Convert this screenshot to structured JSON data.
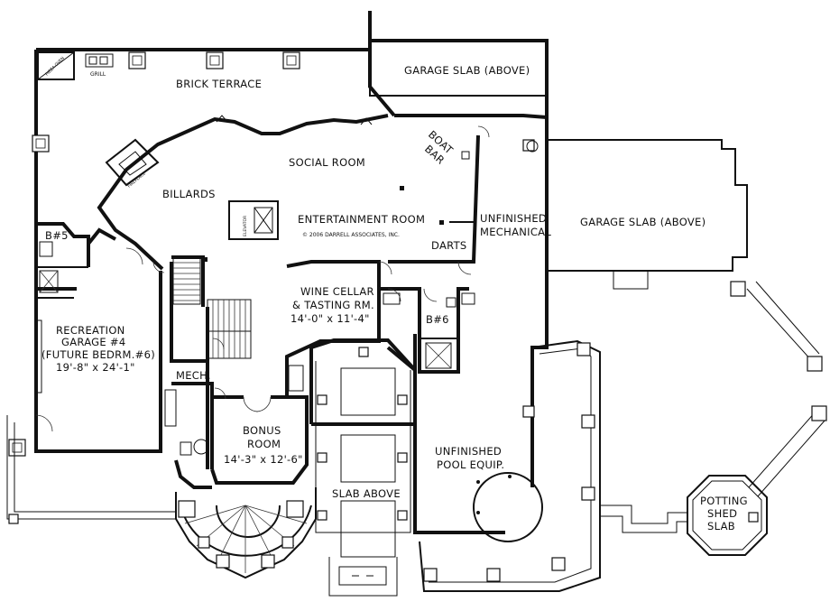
{
  "rooms": {
    "brick_terrace": "BRICK TERRACE",
    "garage_slab_top": "GARAGE SLAB (ABOVE)",
    "garage_slab_right": "GARAGE SLAB (ABOVE)",
    "social_room": "SOCIAL ROOM",
    "billards": "BILLARDS",
    "entertainment_room": "ENTERTAINMENT ROOM",
    "boat_bar": [
      "BOAT",
      "BAR"
    ],
    "darts": "DARTS",
    "unfinished_mechanical": [
      "UNFINISHED",
      "MECHANICAL"
    ],
    "bath5": "B#5",
    "bath6": "B#6",
    "recreation": [
      "RECREATION",
      "GARAGE #4",
      "(FUTURE BEDRM.#6)",
      "19'-8\" x 24'-1\""
    ],
    "wine_cellar": [
      "WINE CELLAR",
      "& TASTING RM.",
      "14'-0\" x 11'-4\""
    ],
    "mech": "MECH.",
    "bonus_room": [
      "BONUS",
      "ROOM",
      "14'-3\" x 12'-6\""
    ],
    "unfinished_pool": [
      "UNFINISHED",
      "POOL EQUIP."
    ],
    "slab_above": "SLAB ABOVE",
    "potting_shed": [
      "POTTING",
      "SHED",
      "SLAB"
    ],
    "pizza_oven": "PIZZA OVEN",
    "grill": "GRILL",
    "fireplace": "FIREPLACE",
    "elevator": "ELEVATOR",
    "copyright": "© 2006 DARRELL ASSOCIATES, INC."
  }
}
